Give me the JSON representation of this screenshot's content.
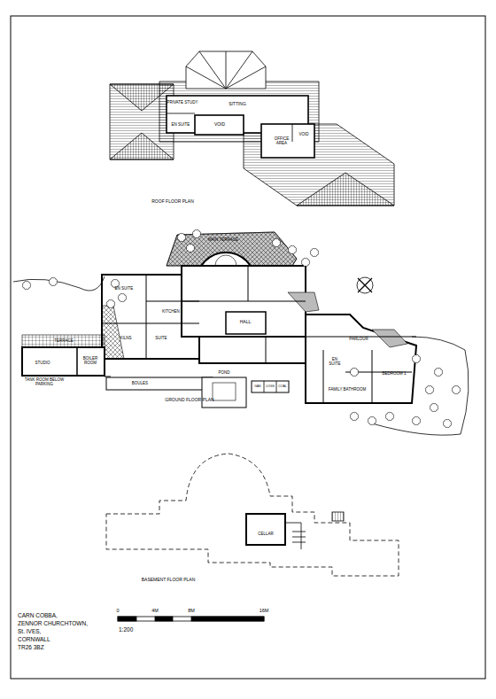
{
  "diagram": {
    "labels": [
      "PRIVATE STUDY",
      "SITTING",
      "EN SUITE",
      "VOID",
      "VOID",
      "OFFICE AREA",
      "ROOF FLOOR PLAN",
      "MAIN TERRACE",
      "EN SUITE",
      "KITCHEN",
      "KILNS",
      "SUITE",
      "HALL",
      "PARLOUR",
      "EN SUITE",
      "BEDROOM 1",
      "FAMILY BATHROOM",
      "TERRACE",
      "STUDIO",
      "BOILER ROOM",
      "TANK ROOM BELOW PARKING",
      "BOULES",
      "POND",
      "GAS",
      "LOGS",
      "COAL",
      "GROUND FLOOR PLAN",
      "CELLAR",
      "BASEMENT FLOOR PLAN",
      "CARN COBBA,",
      "ZENNOR CHURCHTOWN,",
      "St. IVES,",
      "CORNWALL",
      "TR26 3BZ",
      "0",
      "4M",
      "8M",
      "16M",
      "1:200"
    ]
  }
}
